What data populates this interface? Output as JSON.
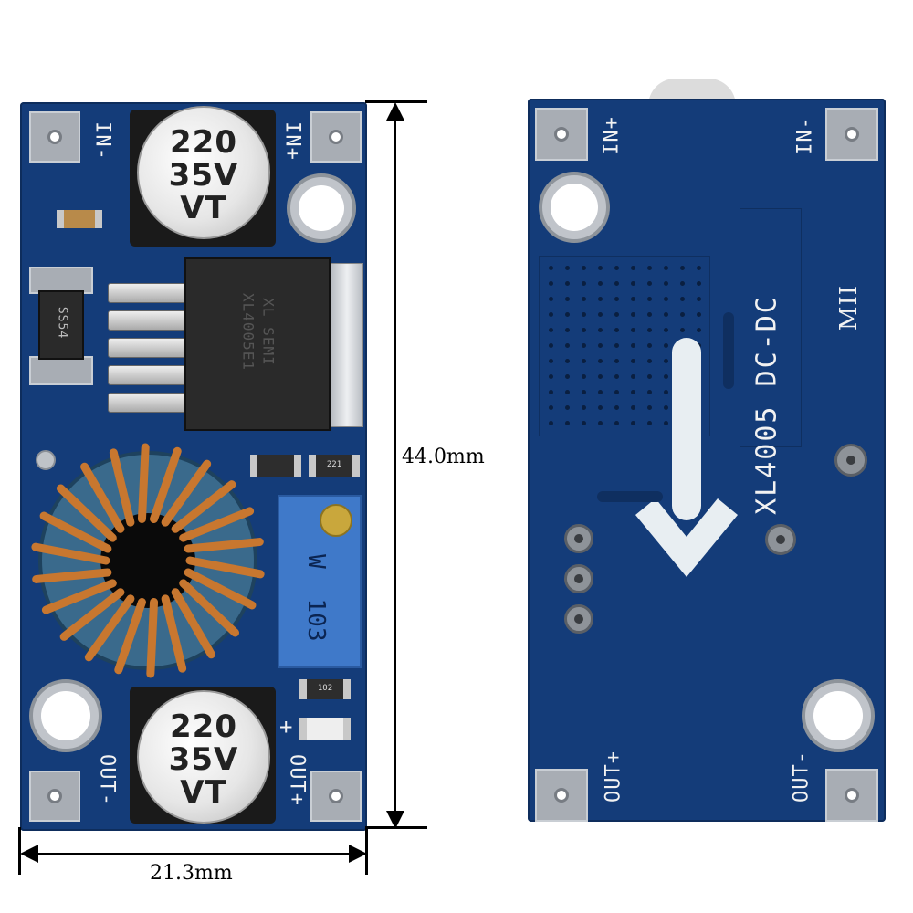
{
  "dimensions": {
    "height_label": "44.0mm",
    "width_label": "21.3mm"
  },
  "front": {
    "pin_in_minus": "IN-",
    "pin_in_plus": "IN+",
    "pin_out_minus": "OUT-",
    "pin_out_plus": "OUT+",
    "capacitor_top": {
      "line1": "220",
      "line2": "35V",
      "line3": "VT"
    },
    "capacitor_bottom": {
      "line1": "220",
      "line2": "35V",
      "line3": "VT"
    },
    "diode_marking": "SS54",
    "ic_marking_line1": "XL SEMI",
    "ic_marking_line2": "XL4005E1",
    "resistor_top_code": "221",
    "resistor_bottom_code": "102",
    "pot_brand": "W",
    "pot_value": "103",
    "plus_sign": "+"
  },
  "back": {
    "pin_in_plus": "IN+",
    "pin_in_minus": "IN-",
    "pin_out_plus": "OUT+",
    "pin_out_minus": "OUT-",
    "model_text": "XL4005  DC-DC",
    "version_text": "MII"
  },
  "colors": {
    "pcb_blue": "#143c79",
    "pad_silver": "#a8adb4",
    "copper": "#c8772f",
    "pot_blue": "#3f79c9"
  }
}
